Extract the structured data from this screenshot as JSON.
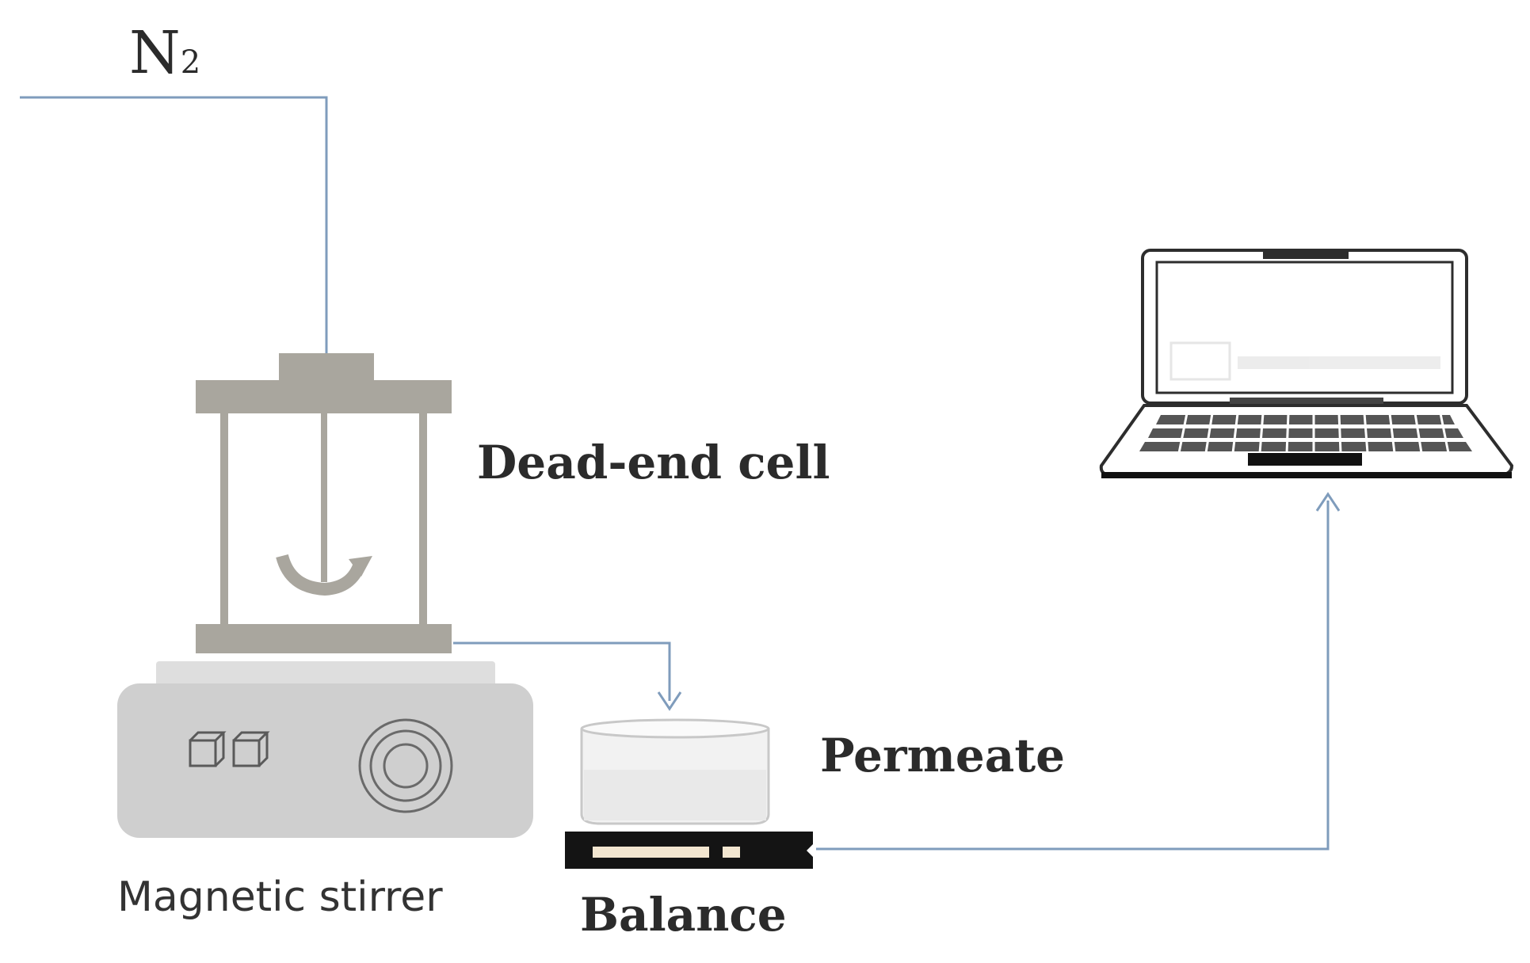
{
  "labels": {
    "gas_main": "N",
    "gas_sub": "2",
    "cell": "Dead-end cell",
    "permeate": "Permeate",
    "stirrer": "Magnetic stirrer",
    "balance": "Balance"
  },
  "colors": {
    "line": "#7f9cbc",
    "cell_gray": "#a9a69e",
    "stirrer_body": "#cfcfcf",
    "stirrer_top": "#dedede",
    "balance_dark": "#141414",
    "balance_display": "#f2e6d0",
    "laptop_outline": "#2d2d2d",
    "laptop_keys": "#555555",
    "label_text": "#2b2b2b"
  },
  "icons": {
    "cell": "dead-end-cell-icon",
    "stir": "rotation-arrow-icon",
    "stirrer": "magnetic-stirrer-icon",
    "beaker": "beaker-icon",
    "balance": "balance-icon",
    "laptop": "laptop-icon"
  }
}
